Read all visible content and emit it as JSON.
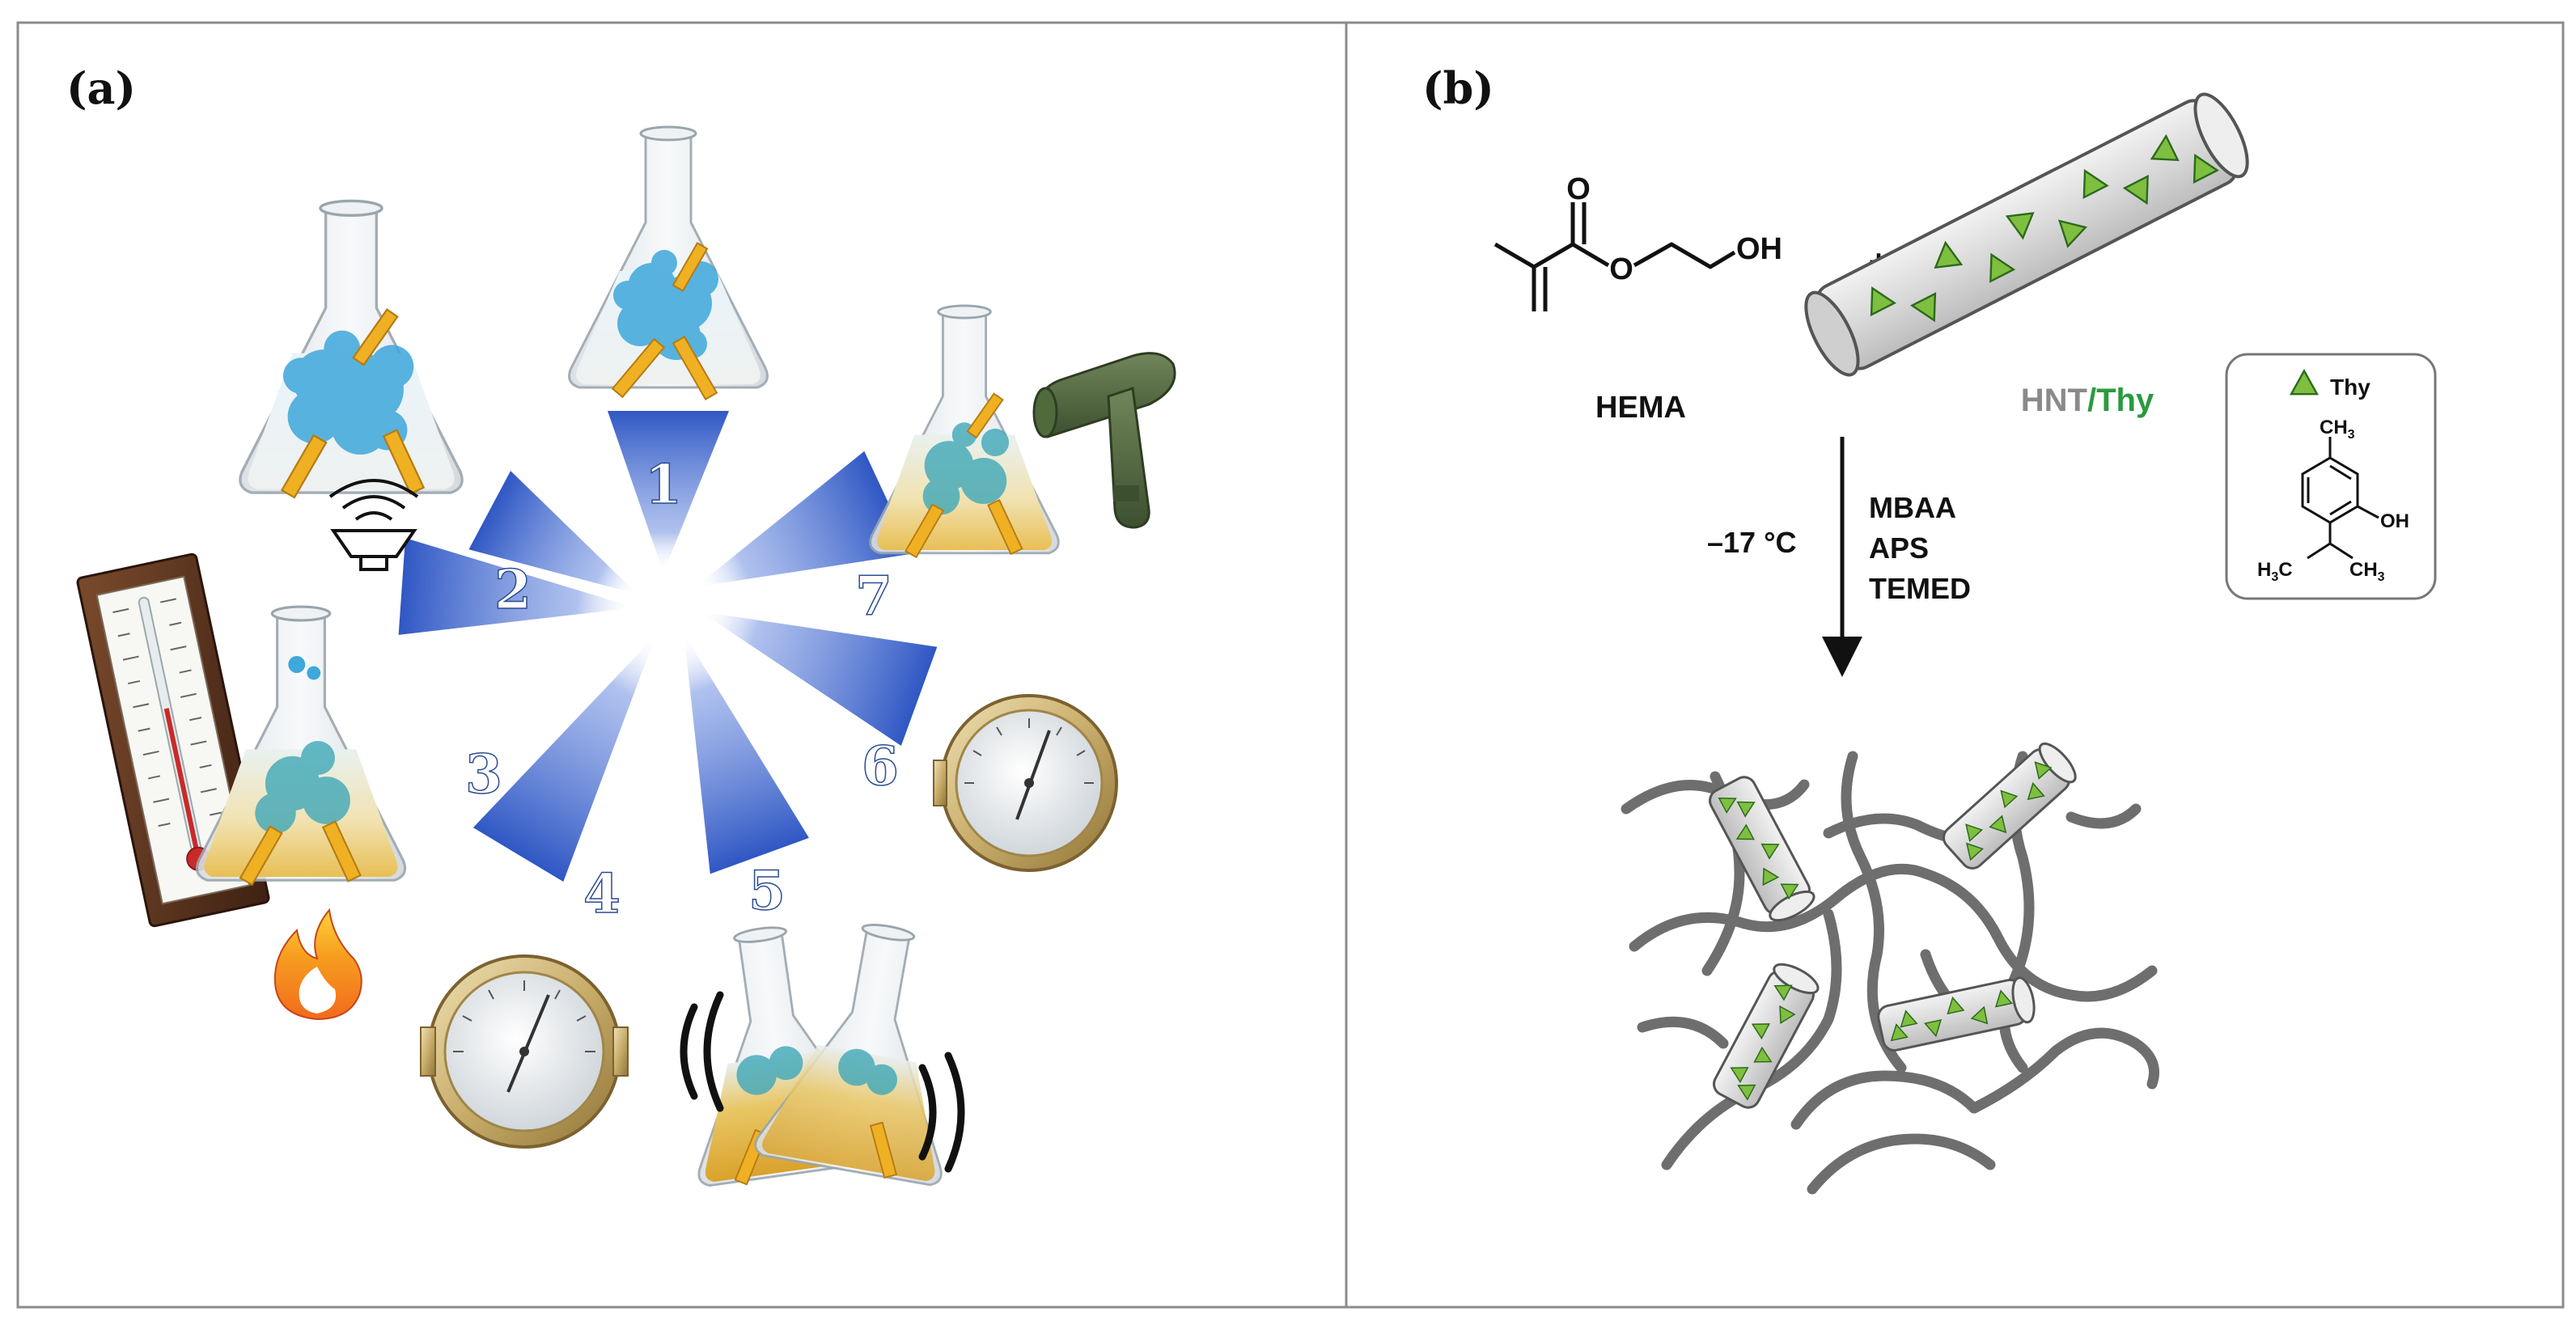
{
  "panels": {
    "a": {
      "label": "(a)"
    },
    "b": {
      "label": "(b)"
    }
  },
  "panel_a": {
    "steps": [
      "1",
      "2",
      "3",
      "4",
      "5",
      "6",
      "7"
    ],
    "icons": [
      "flask-icon",
      "ultrasound-speaker-icon",
      "thermometer-icon",
      "flame-icon",
      "pressure-gauge-icon",
      "shaking-flasks-icon",
      "heat-gun-icon"
    ]
  },
  "panel_b": {
    "reactant1_label": "HEMA",
    "oh_group": "OH",
    "plus": "+",
    "reactant2_label_part1": "HNT",
    "reactant2_label_sep": "/",
    "reactant2_label_part2": "Thy",
    "condition_temp": "–17 °C",
    "conditions": [
      "MBAA",
      "APS",
      "TEMED"
    ],
    "legend": {
      "symbol_label": "Thy",
      "ch3_top": "CH",
      "ch3_top_sub": "3",
      "oh": "OH",
      "h3c_left_pre": "H",
      "h3c_left_sub": "3",
      "h3c_left_post": "C",
      "ch3_right": "CH",
      "ch3_right_sub": "3"
    }
  },
  "colors": {
    "ray_blue": "#3a63c9",
    "hnt_green": "#2a9a3f",
    "hnt_gray": "#8a8a8a",
    "polymer_gray": "#6e6e6e",
    "tube_fill": "#e4e4e4",
    "thy_green": "#7fbf3f"
  }
}
